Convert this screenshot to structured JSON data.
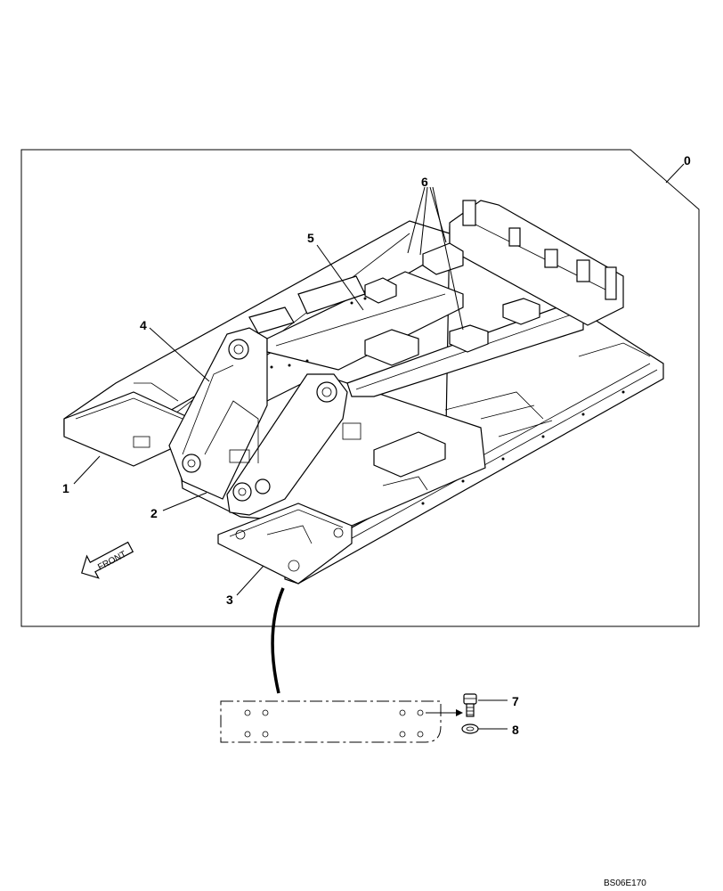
{
  "callouts": {
    "c0": "0",
    "c1": "1",
    "c2": "2",
    "c3": "3",
    "c4": "4",
    "c5": "5",
    "c6": "6",
    "c7": "7",
    "c8": "8"
  },
  "front_label": "FRONT",
  "drawing_code": "BS06E170"
}
